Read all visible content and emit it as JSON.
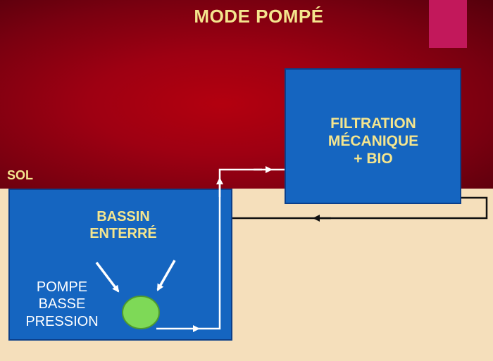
{
  "title": "MODE POMPÉ",
  "ground_label": "SOL",
  "basin": {
    "label_line1": "BASSIN",
    "label_line2": "ENTERRÉ"
  },
  "filter": {
    "label_line1": "FILTRATION",
    "label_line2": "MÉCANIQUE",
    "label_line3": "+ BIO"
  },
  "pump": {
    "label_line1": "POMPE",
    "label_line2": "BASSE",
    "label_line3": "PRESSION"
  },
  "colors": {
    "background_top": "#9e0012",
    "ground": "#f5dfbb",
    "box_fill": "#1565c0",
    "title_text": "#f4e58e",
    "pump": "#7ed957",
    "accent_square": "#c2185b"
  }
}
